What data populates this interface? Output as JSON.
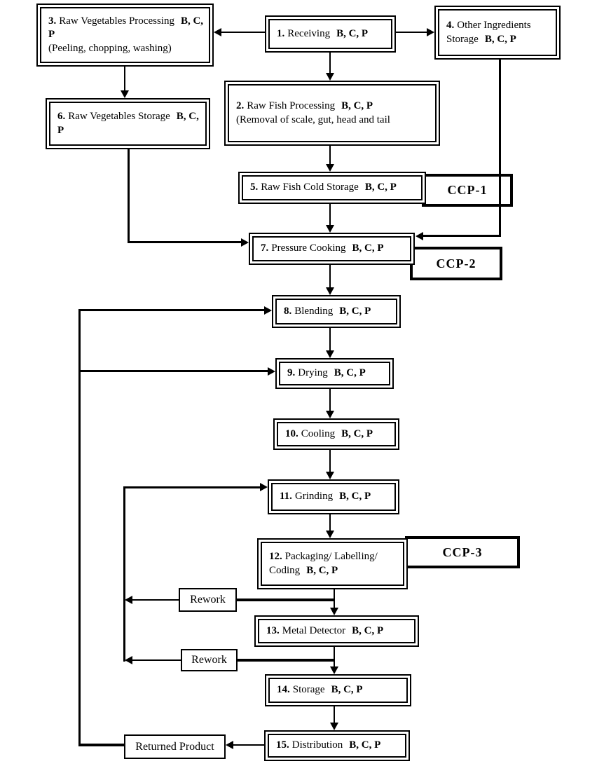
{
  "diagram": {
    "title": "Process flow diagram with CCPs",
    "colors": {
      "line": "#000000",
      "background": "#ffffff",
      "border": "#000000"
    },
    "nodes": {
      "n1": {
        "num": "1.",
        "label": "Receiving",
        "hazards": "B, C, P"
      },
      "n2": {
        "num": "2.",
        "label": "Raw Fish Processing",
        "hazards": "B, C, P",
        "detail": "(Removal of scale, gut, head and tail"
      },
      "n3": {
        "num": "3.",
        "label": "Raw Vegetables Processing",
        "hazards": "B, C, P",
        "detail": "(Peeling, chopping, washing)"
      },
      "n4": {
        "num": "4.",
        "label": "Other Ingredients Storage",
        "hazards": "B, C, P"
      },
      "n5": {
        "num": "5.",
        "label": "Raw Fish Cold Storage",
        "hazards": "B, C, P"
      },
      "n6": {
        "num": "6.",
        "label": "Raw Vegetables Storage",
        "hazards": "B, C, P"
      },
      "n7": {
        "num": "7.",
        "label": "Pressure Cooking",
        "hazards": "B, C, P"
      },
      "n8": {
        "num": "8.",
        "label": "Blending",
        "hazards": "B, C, P"
      },
      "n9": {
        "num": "9.",
        "label": "Drying",
        "hazards": "B, C, P"
      },
      "n10": {
        "num": "10.",
        "label": "Cooling",
        "hazards": "B, C, P"
      },
      "n11": {
        "num": "11.",
        "label": "Grinding",
        "hazards": "B, C, P"
      },
      "n12": {
        "num": "12.",
        "label": "Packaging/ Labelling/ Coding",
        "hazards": "B, C, P"
      },
      "n13": {
        "num": "13.",
        "label": "Metal Detector",
        "hazards": "B, C, P"
      },
      "n14": {
        "num": "14.",
        "label": "Storage",
        "hazards": "B, C, P"
      },
      "n15": {
        "num": "15.",
        "label": "Distribution",
        "hazards": "B, C, P"
      }
    },
    "ccps": {
      "c1": "CCP-1",
      "c2": "CCP-2",
      "c3": "CCP-3"
    },
    "aux": {
      "rework1": "Rework",
      "rework2": "Rework",
      "returned": "Returned Product"
    }
  }
}
